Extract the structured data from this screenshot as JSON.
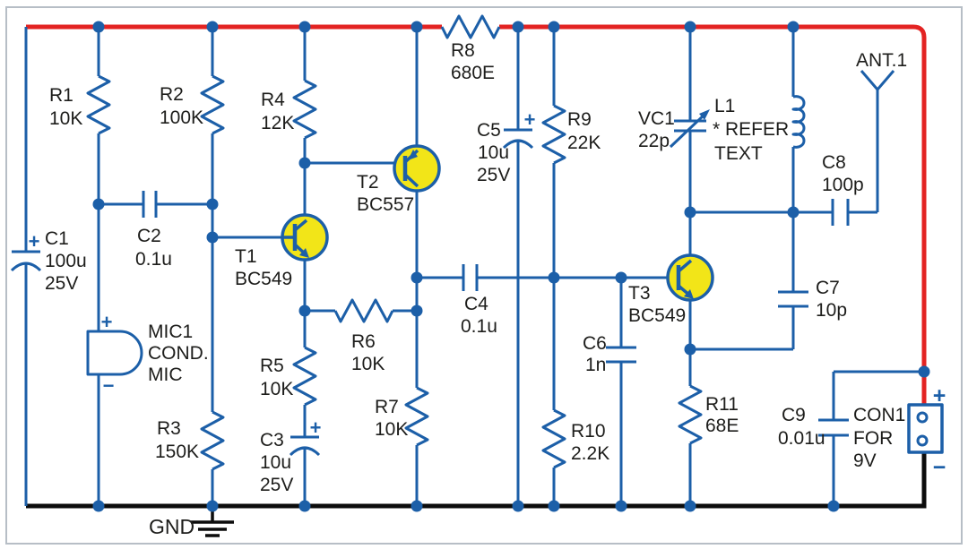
{
  "colors": {
    "wire_blue": "#1c5fa8",
    "rail_red": "#e32322",
    "rail_black": "#0c0c0c",
    "transistor_fill": "#f2e518",
    "text_black": "#1d1d1b",
    "frame_gray": "#b7bec6"
  },
  "labels": {
    "ground": "GND",
    "plus": "+",
    "minus": "−"
  },
  "components": {
    "r1": {
      "ref": "R1",
      "value": "10K"
    },
    "r2": {
      "ref": "R2",
      "value": "100K"
    },
    "r3": {
      "ref": "R3",
      "value": "150K"
    },
    "r4": {
      "ref": "R4",
      "value": "12K"
    },
    "r5": {
      "ref": "R5",
      "value": "10K"
    },
    "r6": {
      "ref": "R6",
      "value": "10K"
    },
    "r7": {
      "ref": "R7",
      "value": "10K"
    },
    "r8": {
      "ref": "R8",
      "value": "680E"
    },
    "r9": {
      "ref": "R9",
      "value": "22K"
    },
    "r10": {
      "ref": "R10",
      "value": "2.2K"
    },
    "r11": {
      "ref": "R11",
      "value": "68E"
    },
    "c1": {
      "ref": "C1",
      "value": "100u",
      "rating": "25V"
    },
    "c2": {
      "ref": "C2",
      "value": "0.1u"
    },
    "c3": {
      "ref": "C3",
      "value": "10u",
      "rating": "25V"
    },
    "c4": {
      "ref": "C4",
      "value": "0.1u"
    },
    "c5": {
      "ref": "C5",
      "value": "10u",
      "rating": "25V"
    },
    "c6": {
      "ref": "C6",
      "value": "1n"
    },
    "c7": {
      "ref": "C7",
      "value": "10p"
    },
    "c8": {
      "ref": "C8",
      "value": "100p"
    },
    "c9": {
      "ref": "C9",
      "value": "0.01u"
    },
    "vc1": {
      "ref": "VC1",
      "value": "22p"
    },
    "l1": {
      "ref": "L1",
      "note_line1": "* REFER",
      "note_line2": "TEXT"
    },
    "t1": {
      "ref": "T1",
      "part": "BC549"
    },
    "t2": {
      "ref": "T2",
      "part": "BC557"
    },
    "t3": {
      "ref": "T3",
      "part": "BC549"
    },
    "mic1": {
      "ref": "MIC1",
      "line2": "COND.",
      "line3": "MIC"
    },
    "ant1": {
      "ref": "ANT.1"
    },
    "con1": {
      "ref": "CON1",
      "line2": "FOR",
      "line3": "9V"
    }
  }
}
